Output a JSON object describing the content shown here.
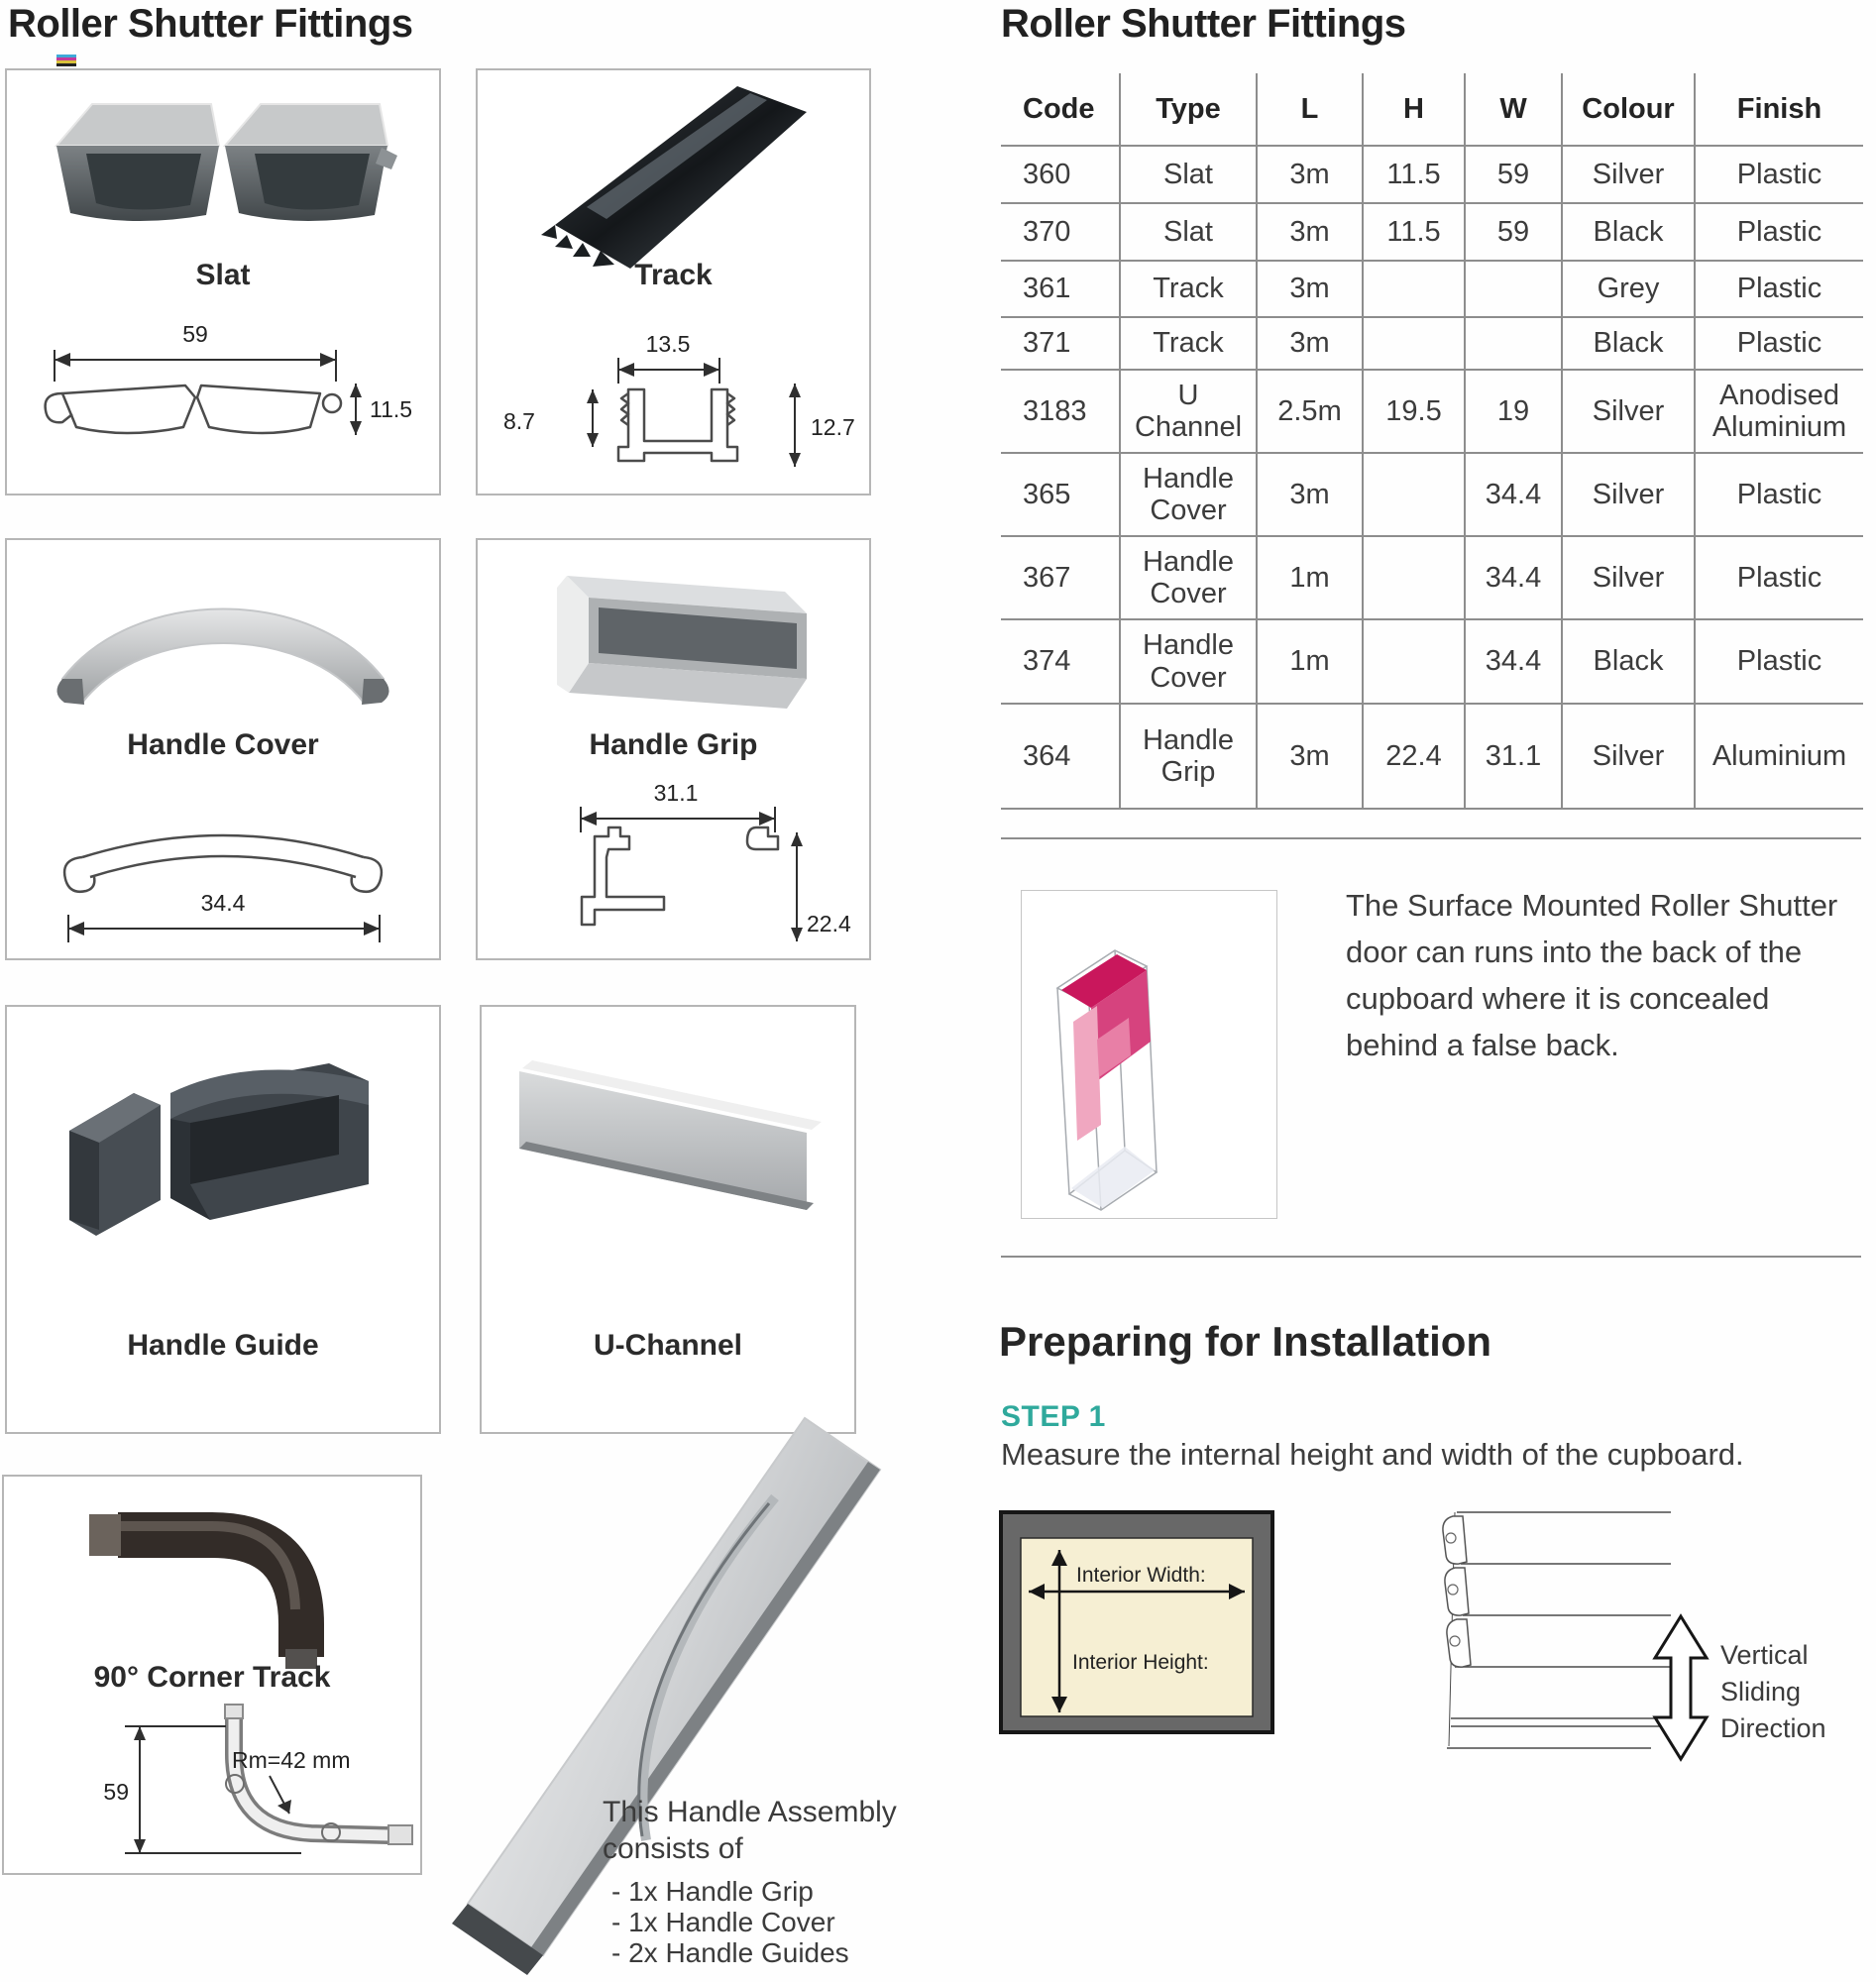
{
  "page": {
    "left_title": "Roller Shutter Fittings",
    "right_title": "Roller Shutter Fittings"
  },
  "products": {
    "slat": {
      "label": "Slat",
      "dim_width": "59",
      "dim_height": "11.5"
    },
    "track": {
      "label": "Track",
      "dim_top": "13.5",
      "dim_left": "8.7",
      "dim_right": "12.7"
    },
    "handle_cover": {
      "label": "Handle Cover",
      "dim_width": "34.4"
    },
    "handle_grip": {
      "label": "Handle Grip",
      "dim_width": "31.1",
      "dim_height": "22.4"
    },
    "handle_guide": {
      "label": "Handle Guide"
    },
    "u_channel": {
      "label": "U-Channel"
    },
    "corner_track": {
      "label": "90° Corner Track",
      "dim_height": "59",
      "radius_label": "Rm=42 mm"
    }
  },
  "assembly": {
    "caption_line1": "This Handle Assembly",
    "caption_line2": "consists of",
    "items": [
      "- 1x Handle Grip",
      "- 1x Handle Cover",
      "- 2x Handle Guides"
    ]
  },
  "table": {
    "headers": {
      "code": "Code",
      "type": "Type",
      "l": "L",
      "h": "H",
      "w": "W",
      "colour": "Colour",
      "finish": "Finish"
    },
    "rows": [
      {
        "code": "360",
        "type": "Slat",
        "l": "3m",
        "h": "11.5",
        "w": "59",
        "colour": "Silver",
        "finish": "Plastic"
      },
      {
        "code": "370",
        "type": "Slat",
        "l": "3m",
        "h": "11.5",
        "w": "59",
        "colour": "Black",
        "finish": "Plastic"
      },
      {
        "code": "361",
        "type": "Track",
        "l": "3m",
        "h": "",
        "w": "",
        "colour": "Grey",
        "finish": "Plastic"
      },
      {
        "code": "371",
        "type": "Track",
        "l": "3m",
        "h": "",
        "w": "",
        "colour": "Black",
        "finish": "Plastic"
      },
      {
        "code": "3183",
        "type": "U Channel",
        "l": "2.5m",
        "h": "19.5",
        "w": "19",
        "colour": "Silver",
        "finish": "Anodised Aluminium"
      },
      {
        "code": "365",
        "type": "Handle Cover",
        "l": "3m",
        "h": "",
        "w": "34.4",
        "colour": "Silver",
        "finish": "Plastic"
      },
      {
        "code": "367",
        "type": "Handle Cover",
        "l": "1m",
        "h": "",
        "w": "34.4",
        "colour": "Silver",
        "finish": "Plastic"
      },
      {
        "code": "374",
        "type": "Handle Cover",
        "l": "1m",
        "h": "",
        "w": "34.4",
        "colour": "Black",
        "finish": "Plastic"
      },
      {
        "code": "364",
        "type": "Handle Grip",
        "l": "3m",
        "h": "22.4",
        "w": "31.1",
        "colour": "Silver",
        "finish": "Aluminium"
      }
    ]
  },
  "surface_note": "The Surface Mounted Roller Shutter door can runs into the back of the cupboard where it is concealed behind a false back.",
  "installation": {
    "heading": "Preparing for Installation",
    "step_label": "STEP 1",
    "step_text": "Measure the internal height and width of the cupboard.",
    "interior_width_label": "Interior Width:",
    "interior_height_label": "Interior Height:",
    "sliding_line1": "Vertical",
    "sliding_line2": "Sliding",
    "sliding_line3": "Direction"
  },
  "colors": {
    "accent_teal": "#2fa99c",
    "shutter_pink": "#c9175c",
    "cream": "#f6efd3"
  }
}
